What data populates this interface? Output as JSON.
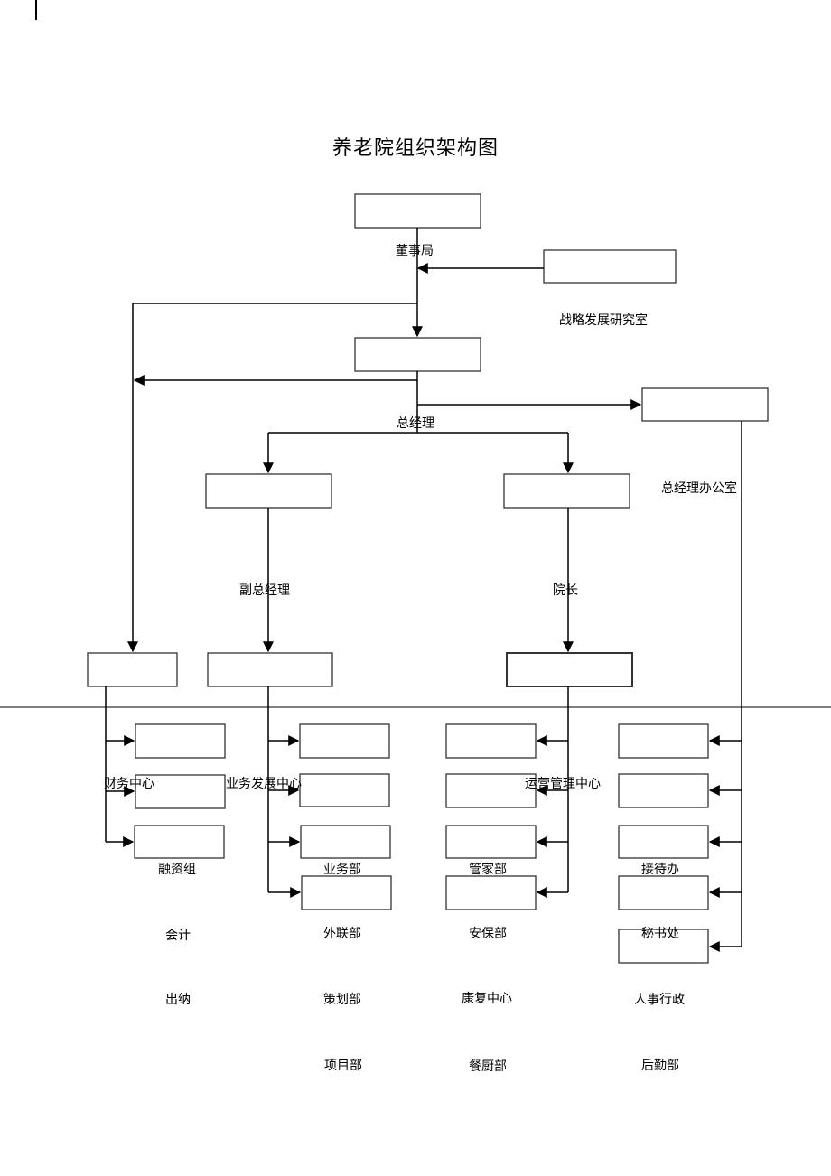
{
  "title": "养老院组织架构图",
  "labels": {
    "board": "董事局",
    "strategy": "战略发展研究室",
    "gm": "总经理",
    "gm_office": "总经理办公室",
    "deputy_gm": "副总经理",
    "dean": "院长",
    "finance_center": "财务中心",
    "business_center": "业务发展中心",
    "operations_center": "运营管理中心"
  },
  "departments": {
    "finance": [
      "融资组",
      "会计",
      "出纳"
    ],
    "business": [
      "业务部",
      "外联部",
      "策划部",
      "项目部"
    ],
    "operations": [
      "管家部",
      "安保部",
      "康复中心",
      "餐厨部"
    ],
    "admin": [
      "接待办",
      "秘书处",
      "人事行政",
      "后勤部"
    ]
  },
  "colors": {
    "line": "#000000",
    "box_border": "#333333"
  }
}
